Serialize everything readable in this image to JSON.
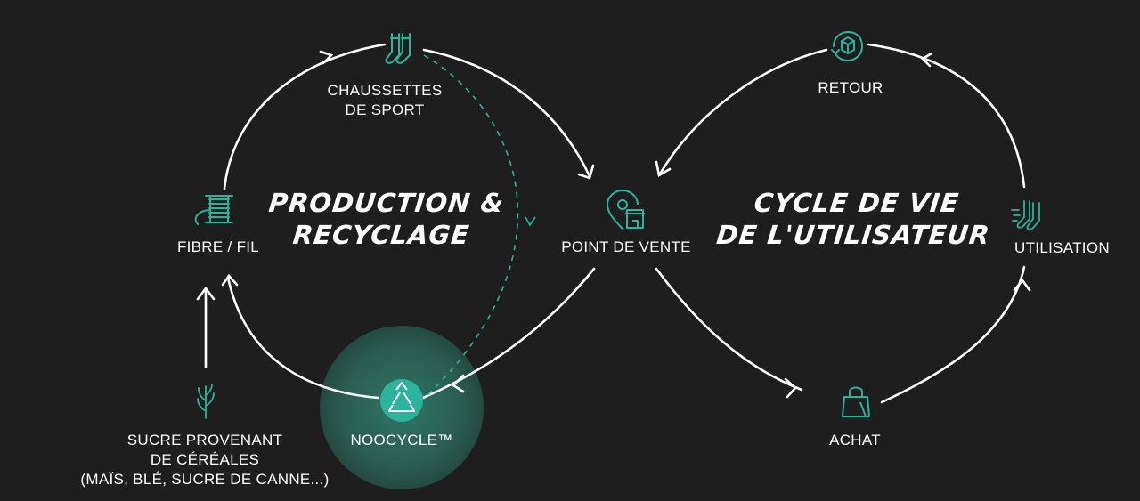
{
  "colors": {
    "background": "#1f1e1e",
    "accent": "#2bb39b",
    "glow": "#2d6b5c",
    "line": "#ffffff"
  },
  "cycles": {
    "production_title": [
      "PRODUCTION &",
      "RECYCLAGE"
    ],
    "user_title": [
      "CYCLE DE VIE",
      "DE L'UTILISATEUR"
    ]
  },
  "nodes": {
    "chaussettes": {
      "lines": [
        "CHAUSSETTES",
        "DE SPORT"
      ],
      "icon": "socks-icon"
    },
    "fibre": {
      "label": "FIBRE / FIL",
      "icon": "thread-spool-icon"
    },
    "sucre": {
      "lines": [
        "SUCRE PROVENANT",
        "DE CÉRÉALES",
        "(MAÏS, BLÉ, SUCRE DE CANNE...)"
      ],
      "icon": "wheat-icon"
    },
    "noocycle": {
      "label": "NOOCYCLE™",
      "icon": "recycle-icon"
    },
    "point_de_vente": {
      "label": "POINT DE VENTE",
      "icon": "store-pin-icon"
    },
    "retour": {
      "label": "RETOUR",
      "icon": "return-box-icon"
    },
    "utilisation": {
      "label": "UTILISATION",
      "icon": "running-socks-icon"
    },
    "achat": {
      "label": "ACHAT",
      "icon": "shopping-bag-icon"
    }
  }
}
